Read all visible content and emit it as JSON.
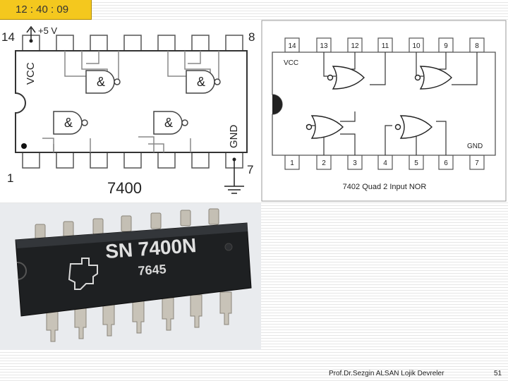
{
  "timer": "12 : 40 : 09",
  "diagram_7400": {
    "pin_top_left": "14",
    "pin_top_right": "8",
    "pin_bottom_left": "1",
    "pin_bottom_right": "7",
    "supply": "+5 V",
    "vcc": "VCC",
    "gnd": "GND",
    "gate_symbol": "&",
    "part_name": "7400"
  },
  "diagram_7402": {
    "top_pins": [
      "14",
      "13",
      "12",
      "11",
      "10",
      "9",
      "8"
    ],
    "bottom_pins": [
      "1",
      "2",
      "3",
      "4",
      "5",
      "6",
      "7"
    ],
    "vcc": "VCC",
    "gnd": "GND",
    "caption": "7402 Quad 2 Input NOR"
  },
  "chip_photo": {
    "marking_line1": "SN 7400N",
    "marking_line2": "7645"
  },
  "footer": {
    "author": "Prof.Dr.Sezgin ALSAN",
    "course": "Lojik Devreler",
    "page": "51"
  }
}
